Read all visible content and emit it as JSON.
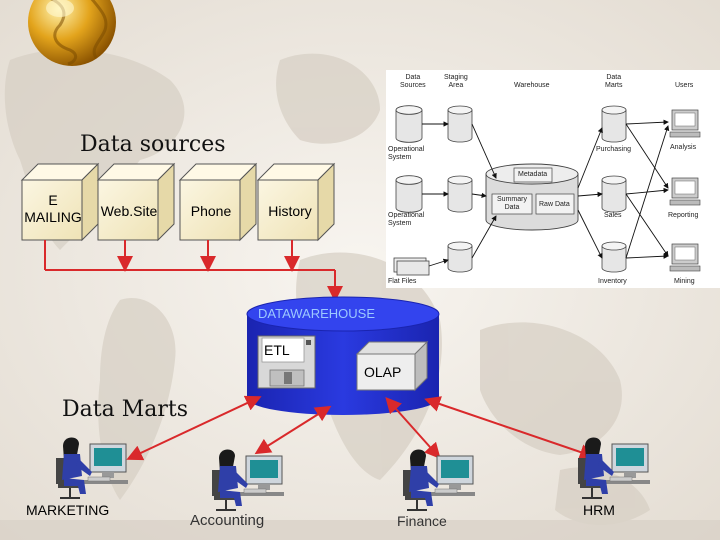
{
  "titles": {
    "data_sources": "Data sources",
    "data_marts": "Data Marts"
  },
  "sources": [
    {
      "label_line1": "E",
      "label_line2": "MAILING"
    },
    {
      "label": "Web.Site"
    },
    {
      "label": "Phone"
    },
    {
      "label": "History"
    }
  ],
  "warehouse": {
    "label": "DATAWAREHOUSE",
    "etl_label": "ETL",
    "olap_label": "OLAP"
  },
  "marts": [
    {
      "label": "MARKETING"
    },
    {
      "label": "Accounting"
    },
    {
      "label": "Finance"
    },
    {
      "label": "HRM"
    }
  ],
  "reference_diagram": {
    "headers": {
      "data_sources": [
        "Data",
        "Sources"
      ],
      "staging_area": [
        "Staging",
        "Area"
      ],
      "warehouse": [
        "Warehouse"
      ],
      "data_marts": [
        "Data",
        "Marts"
      ],
      "users": [
        "Users"
      ]
    },
    "source_labels": [
      "Operational",
      "System",
      "Operational",
      "System",
      "Flat Files"
    ],
    "warehouse_labels": {
      "metadata": "Metadata",
      "summary": [
        "Summary",
        "Data"
      ],
      "raw": "Raw Data"
    },
    "mart_labels": [
      "Purchasing",
      "Sales",
      "Inventory"
    ],
    "user_labels": [
      "Analysis",
      "Reporting",
      "Mining"
    ]
  },
  "colors": {
    "accent_red": "#d9292b",
    "cylinder_blue": "#2233cc",
    "box_fill": "#f7f0d5"
  },
  "icons": [
    "globe-logo",
    "user-at-workstation-icon",
    "floppy-disk-icon"
  ]
}
